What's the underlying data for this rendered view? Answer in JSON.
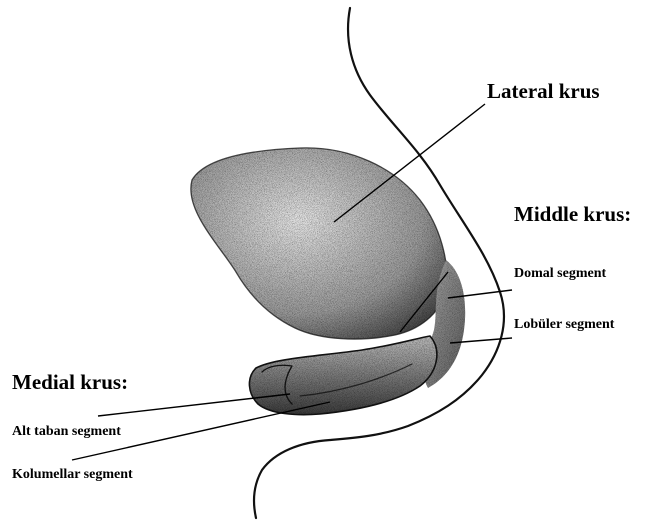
{
  "labels": {
    "lateral_krus": "Lateral krus",
    "middle_krus": "Middle krus:",
    "domal_segment": "Domal segment",
    "lobuler_segment": "Lobüler segment",
    "medial_krus": "Medial krus:",
    "alt_taban_segment": "Alt taban segment",
    "kolumellar_segment": "Kolumellar segment"
  },
  "colors": {
    "ink": "#000000",
    "background": "#ffffff"
  }
}
